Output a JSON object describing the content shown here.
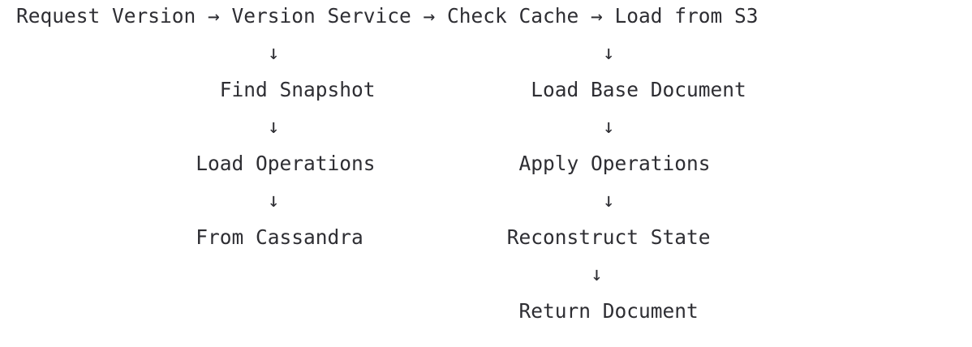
{
  "diagram": {
    "lines": [
      "Request Version → Version Service → Check Cache → Load from S3",
      "                     ↓                           ↓",
      "                 Find Snapshot             Load Base Document",
      "                     ↓                           ↓",
      "               Load Operations            Apply Operations",
      "                     ↓                           ↓",
      "               From Cassandra            Reconstruct State",
      "                                                ↓",
      "                                          Return Document"
    ]
  }
}
